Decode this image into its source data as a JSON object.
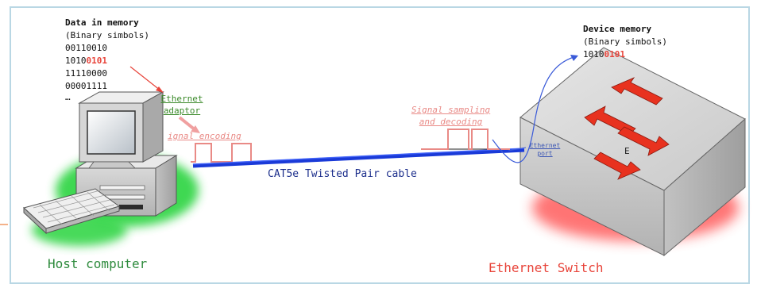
{
  "memory": {
    "title": "Data in memory",
    "subtitle": "(Binary simbols)",
    "lines": [
      {
        "plain": "00110010",
        "highlight": ""
      },
      {
        "plain": "1010",
        "highlight": "0101"
      },
      {
        "plain": "11110000",
        "highlight": ""
      },
      {
        "plain": "00001111",
        "highlight": ""
      },
      {
        "plain": "…",
        "highlight": ""
      }
    ]
  },
  "device": {
    "title": "Device memory",
    "subtitle": "(Binary simbols)",
    "value_plain": "1010",
    "value_highlight": "0101"
  },
  "labels": {
    "ethernet_adaptor": "Ethernet adaptor",
    "signal_encoding": "ignal encoding",
    "signal_sampling": "Signal sampling and decoding",
    "cable": "CAT5e Twisted Pair cable",
    "ethernet_port": "Ethernet port",
    "host": "Host computer",
    "switch": "Ethernet Switch",
    "switch_e": "E"
  },
  "colors": {
    "highlight": "#e8443a",
    "cable": "#1a3ad8",
    "host_glow": "#35d64a",
    "switch_glow": "#ff5a5a",
    "signal": "#e98a86",
    "arrows": "#e8321f"
  }
}
